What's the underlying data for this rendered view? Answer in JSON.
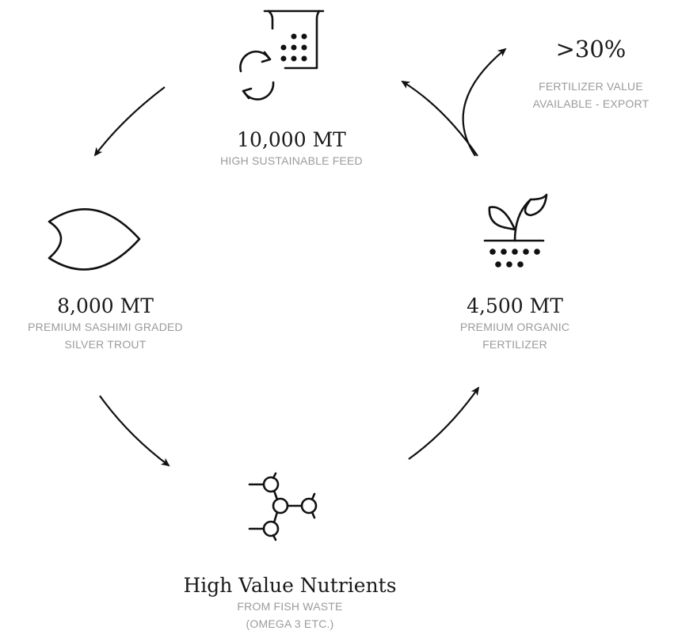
{
  "feed": {
    "amount": "10,000 MT",
    "desc_lines": [
      "HIGH SUSTAINABLE FEED"
    ]
  },
  "trout": {
    "amount": "8,000 MT",
    "desc_lines": [
      "PREMIUM SASHIMI GRADED",
      "SILVER TROUT"
    ]
  },
  "fertilizer": {
    "amount": "4,500 MT",
    "desc_lines": [
      "PREMIUM ORGANIC",
      "FERTILIZER"
    ]
  },
  "nutrients": {
    "amount": "High Value Nutrients",
    "desc_lines": [
      "FROM FISH WASTE",
      "(OMEGA 3 ETC.)"
    ]
  },
  "export": {
    "amount": ">30%",
    "desc_lines": [
      "FERTILIZER VALUE",
      "AVAILABLE - EXPORT"
    ]
  },
  "icons": {
    "feed": "feed-container-recycle-icon",
    "trout": "fish-icon",
    "fertilizer": "sprout-soil-icon",
    "nutrients": "molecule-icon"
  },
  "colors": {
    "text": "#1a1a1a",
    "muted": "#9b9b9b",
    "stroke": "#111111"
  }
}
